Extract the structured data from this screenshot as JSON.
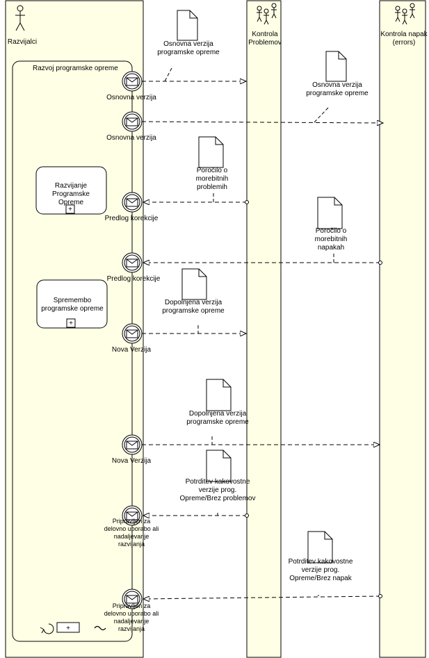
{
  "pools": {
    "developers": "Razvijalci",
    "problem_control": "Kontrola Problemov",
    "error_control": "Kontrola napak (errors)"
  },
  "process_title": "Razvoj programske opreme",
  "subprocesses": [
    "Razvijanje Programske Opreme",
    "Spremembo programske opreme"
  ],
  "events": [
    "Osnovna verzija",
    "Osnovna verzija",
    "Predlog korekcije",
    "Predlog korekcije",
    "Nova Verzija",
    "Nova Verzija",
    "Pripravljen za delovno uporabo ali nadaljevanje razvijanja",
    "Pripravljen za delovno uporabo ali nadaljevanje razvijanja"
  ],
  "documents": [
    "Osnovna verzija programske opreme",
    "Osnovna verzija programske opreme",
    "Poročilo o morebitnih problemih",
    "Poročilo o morebitnih napakah",
    "Dopolnjena verzija programske opreme",
    "Dopolnjena verzija programske opreme",
    "Potrditev kakovostne verzije prog. Opreme/Brez problemov",
    "Potrditev kakovostne verzije prog. Opreme/Brez napak"
  ],
  "colors": {
    "pool_fill": "#ffffe6",
    "line": "#000000",
    "activity_fill": "#ffffff"
  }
}
